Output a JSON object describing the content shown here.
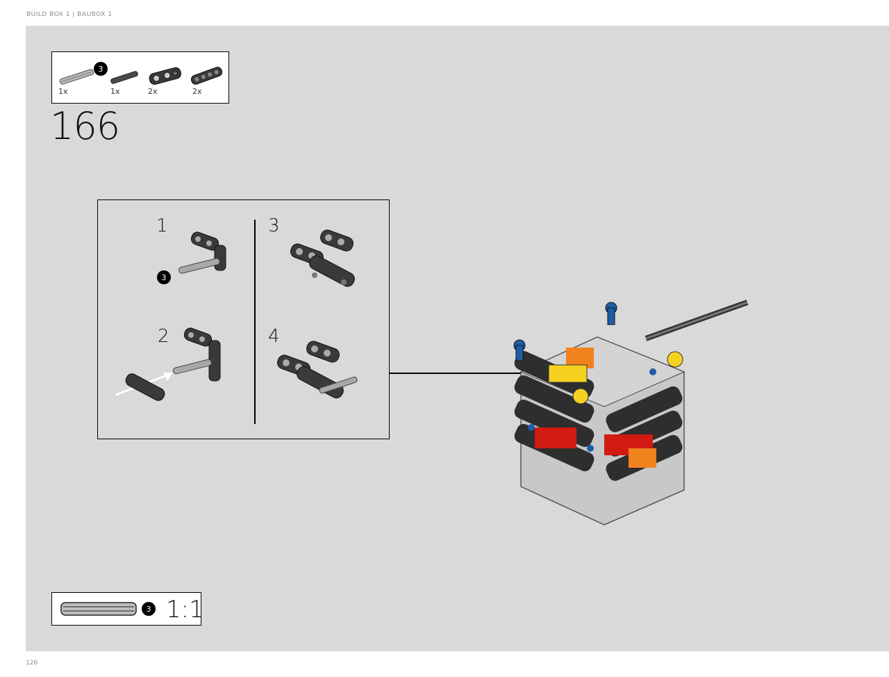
{
  "header": {
    "text": "BUILD BOX 1  |  BAUBOX 1"
  },
  "parts_list": [
    {
      "name": "axle-length-3-with-stop",
      "qty": "1x",
      "badge": "3"
    },
    {
      "name": "axle-length-3",
      "qty": "1x"
    },
    {
      "name": "cross-block",
      "qty": "2x"
    },
    {
      "name": "thin-beam",
      "qty": "2x"
    }
  ],
  "step": {
    "number": "166"
  },
  "substeps": [
    {
      "label": "1",
      "badge": "3"
    },
    {
      "label": "3"
    },
    {
      "label": "2"
    },
    {
      "label": "4"
    }
  ],
  "scale_check": {
    "badge": "3",
    "ratio": "1:1"
  },
  "page": {
    "number": "126"
  },
  "colors": {
    "page_bg": "#d9d9d9",
    "dark_grey_part": "#3a3a3a",
    "light_grey_part": "#a8a8a8",
    "red_part": "#d01a12",
    "orange_part": "#f0831e",
    "yellow_part": "#f5d21f",
    "blue_part": "#1e5ea8"
  }
}
